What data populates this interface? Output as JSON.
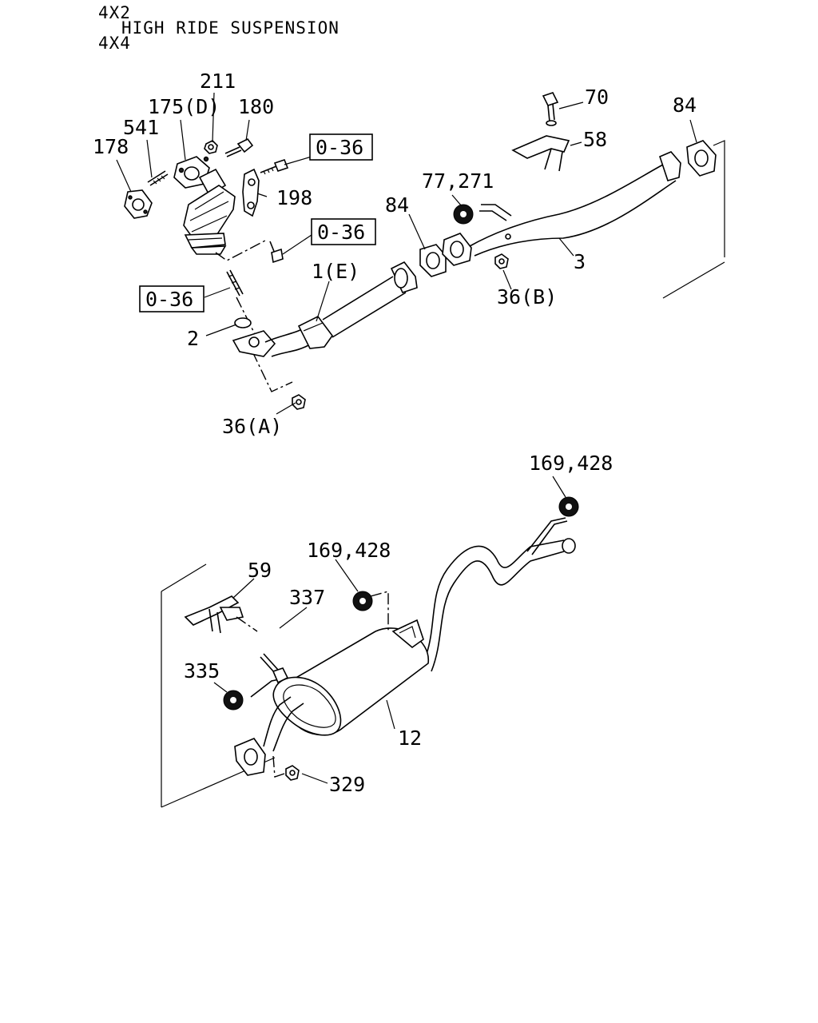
{
  "header": {
    "line1": "4X2",
    "line2": "HIGH RIDE SUSPENSION",
    "line3": "4X4"
  },
  "callouts": {
    "c211": "211",
    "c175d": "175(D)",
    "c180": "180",
    "c541": "541",
    "c178": "178",
    "c198": "198",
    "c70": "70",
    "c58": "58",
    "c84a": "84",
    "c84b": "84",
    "c77": "77,271",
    "c3": "3",
    "c1e": "1(E)",
    "c36b": "36(B)",
    "c2": "2",
    "c36a": "36(A)",
    "c169a": "169,428",
    "c169b": "169,428",
    "c59": "59",
    "c337": "337",
    "c335": "335",
    "c12": "12",
    "c329": "329"
  },
  "references": {
    "r1": "0-36",
    "r2": "0-36",
    "r3": "0-36"
  }
}
